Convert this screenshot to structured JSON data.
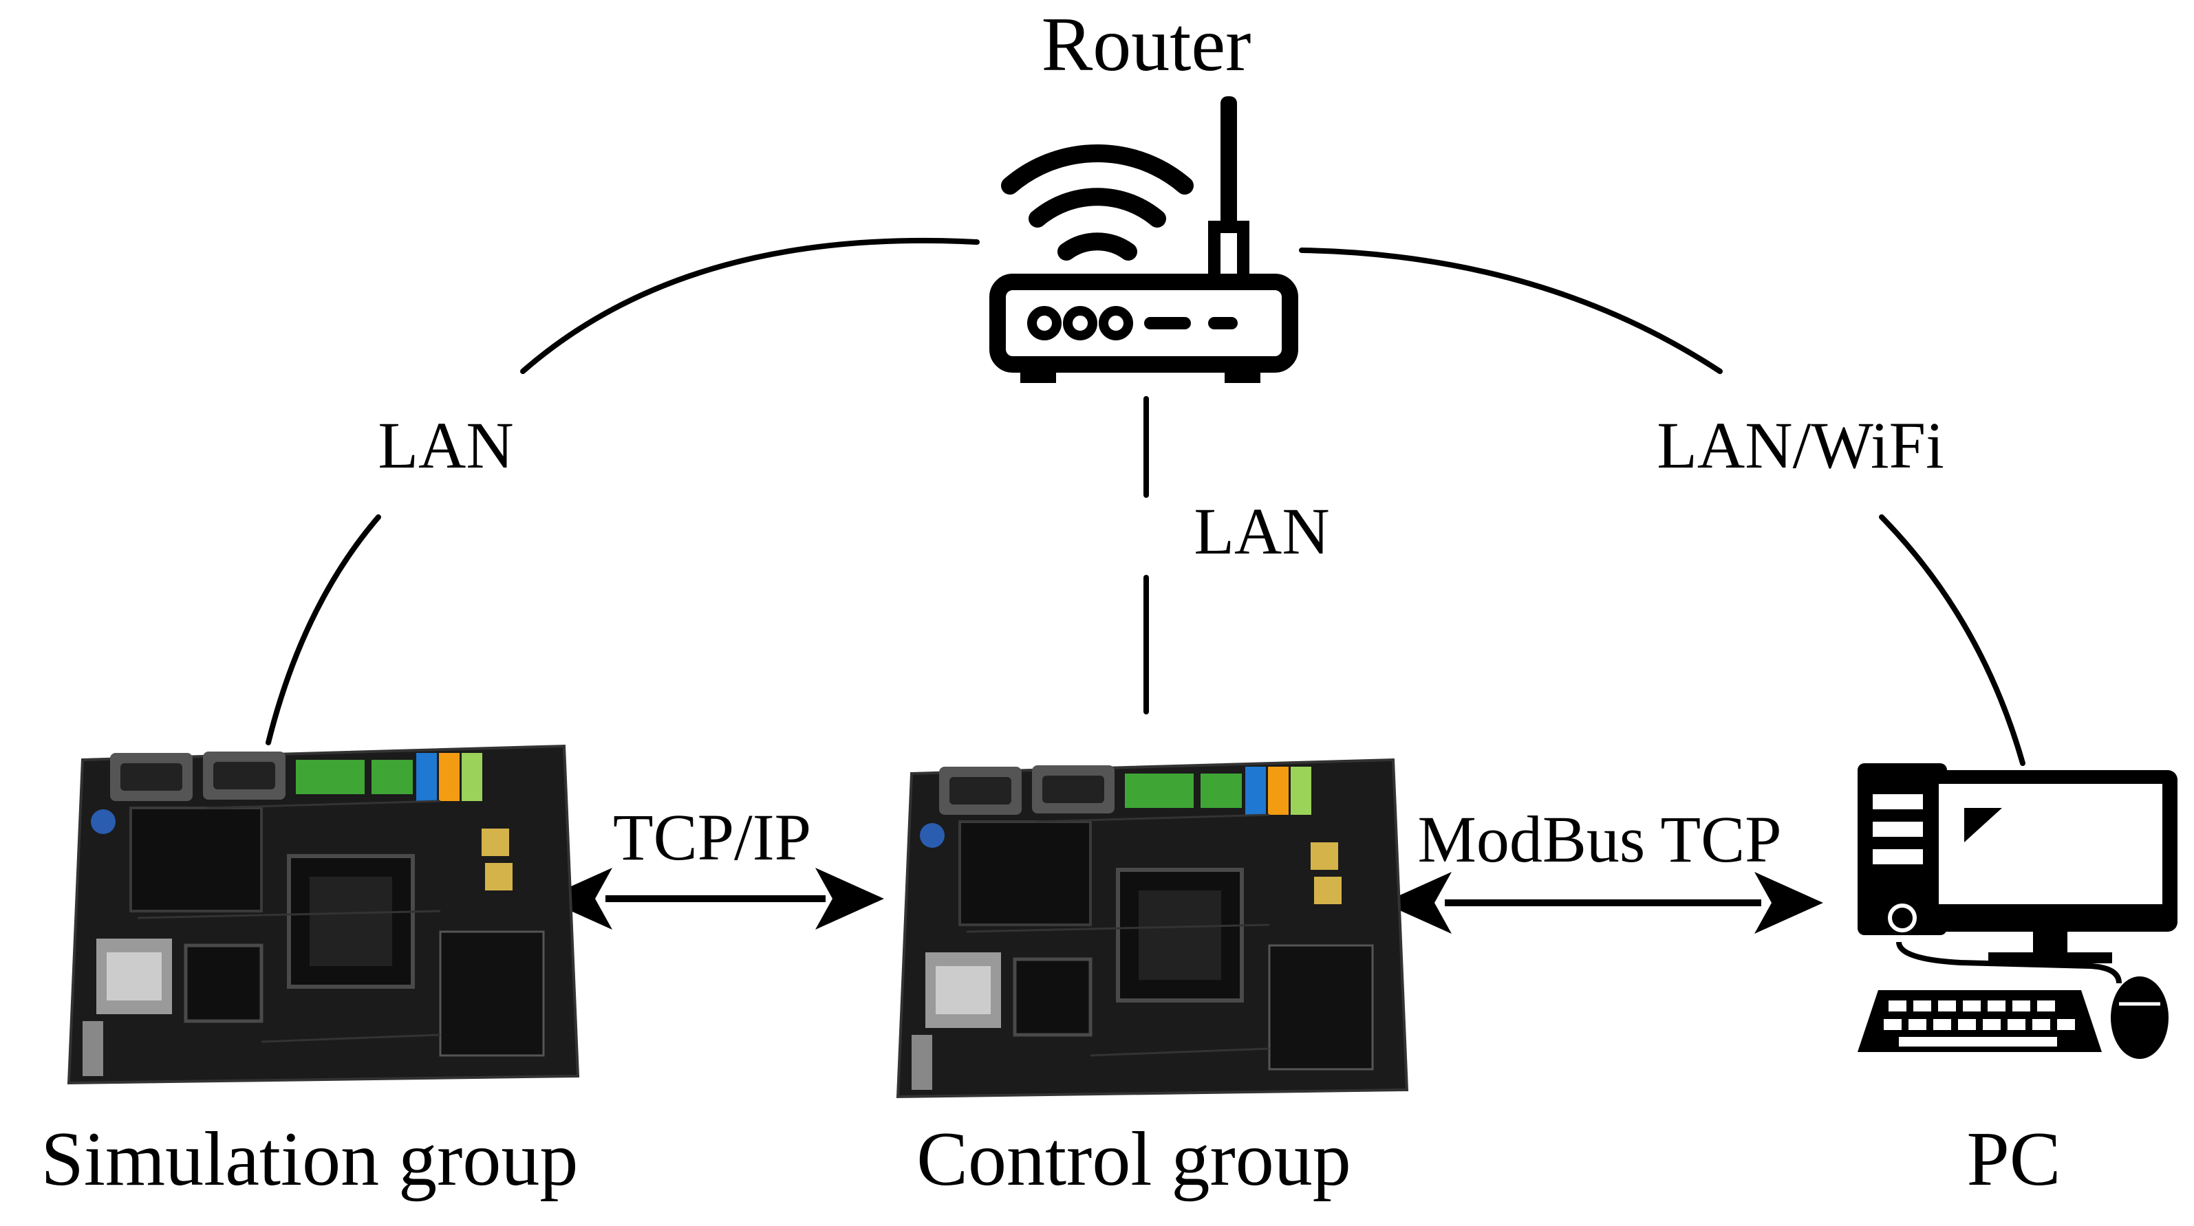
{
  "nodes": {
    "router": {
      "label": "Router",
      "icon": "router-icon"
    },
    "simulation": {
      "label": "Simulation group",
      "icon": "circuit-board-icon"
    },
    "control": {
      "label": "Control group",
      "icon": "circuit-board-icon"
    },
    "pc": {
      "label": "PC",
      "icon": "desktop-computer-icon"
    }
  },
  "links": {
    "router_simulation": "LAN",
    "router_control": "LAN",
    "router_pc": "LAN/WiFi",
    "simulation_control": "TCP/IP",
    "control_pc": "ModBus TCP"
  },
  "colors": {
    "line": "#000000",
    "board": "#1a1a1a",
    "terminal_green": "#3fa535",
    "terminal_blue": "#1f78d1",
    "terminal_orange": "#f39c12",
    "terminal_lime": "#9bd35a",
    "connector_gold": "#d4b44a"
  }
}
